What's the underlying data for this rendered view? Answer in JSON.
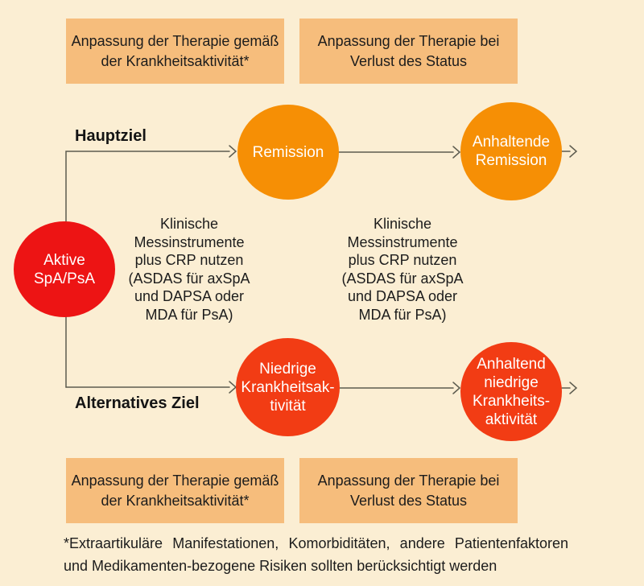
{
  "colors": {
    "background": "#FBEED3",
    "adjustment_box": "#F6BD7C",
    "orange_node": "#F68F05",
    "red_orange_node": "#F23C14",
    "red_start_node": "#ED1414",
    "arrow_line": "#5D5C4F",
    "text": "#1C1C1C",
    "node_text": "#FFFFFF"
  },
  "boxes": {
    "top_left": "Anpassung der Therapie gemäß\nder Krankheitsaktivität*",
    "top_right": "Anpassung der Therapie bei\nVerlust des Status",
    "bottom_left": "Anpassung der Therapie gemäß\nder Krankheitsaktivität*",
    "bottom_right": "Anpassung der Therapie bei\nVerlust des Status"
  },
  "labels": {
    "main_goal": "Hauptziel",
    "alternative_goal": "Alternatives Ziel"
  },
  "nodes": {
    "start": "Aktive\nSpA/PsA",
    "remission": "Remission",
    "sustained_remission": "Anhaltende\nRemission",
    "low_disease_activity": "Niedrige\nKrankheitsak-\ntivität",
    "sustained_low_disease_activity": "Anhaltend\nniedrige\nKrankheits-\naktivität"
  },
  "annotations": {
    "left": "Klinische\nMessinstrumente\nplus CRP nutzen\n(ASDAS für axSpA\nund DAPSA oder\nMDA für PsA)",
    "right": "Klinische\nMessinstrumente\nplus CRP nutzen\n(ASDAS für axSpA\nund DAPSA oder\nMDA für PsA)"
  },
  "footnote": {
    "line1": "*Extraartikuläre Manifestationen, Komorbiditäten, andere Patientenfaktoren",
    "line2": "und Medikamenten-bezogene Risiken sollten berücksichtigt werden"
  }
}
